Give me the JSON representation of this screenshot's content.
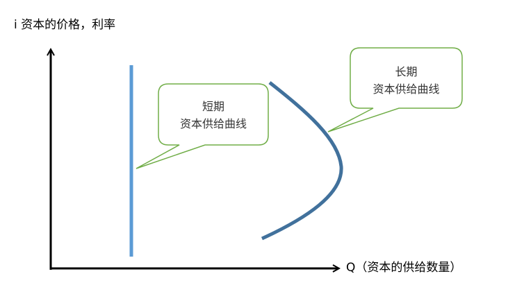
{
  "axes": {
    "y_label": "i 资本的价格，利率",
    "x_label": "Q（资本的供给数量）"
  },
  "curves": {
    "short_run": {
      "line1": "短期",
      "line2": "资本供给曲线",
      "color": "#5B9BD5"
    },
    "long_run": {
      "line1": "长期",
      "line2": "资本供给曲线",
      "color": "#41719C"
    }
  },
  "colors": {
    "callout_border": "#70AD47",
    "axis": "#000000"
  }
}
